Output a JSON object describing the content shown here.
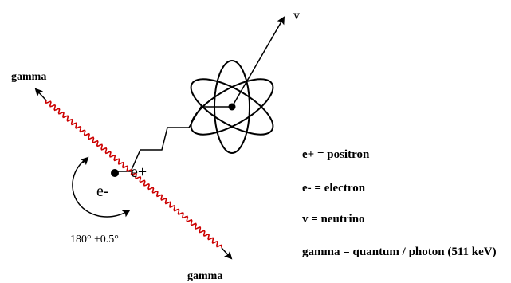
{
  "labels": {
    "neutrino_arrow": "v",
    "gamma_top": "gamma",
    "gamma_bottom": "gamma",
    "positron_symbol": "e+",
    "electron_symbol": "e-",
    "angle": "180° ±0.5°"
  },
  "legend": [
    "e+ = positron",
    "e- = electron",
    "v = neutrino",
    "gamma = quantum / photon (511 keV)"
  ],
  "colors": {
    "gamma_ray": "#cc0000",
    "ink": "#000000"
  }
}
